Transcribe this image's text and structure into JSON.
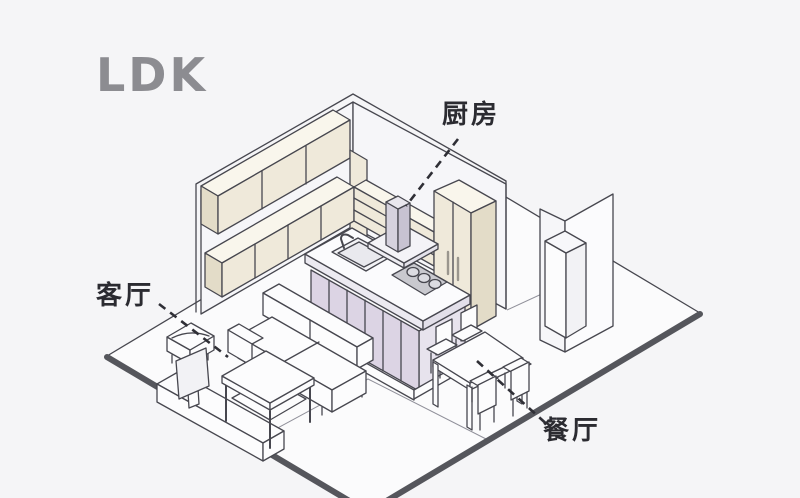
{
  "title": "LDK",
  "rooms": {
    "kitchen": {
      "label": "厨房"
    },
    "living": {
      "label": "客厅"
    },
    "dining": {
      "label": "餐厅"
    }
  },
  "colors": {
    "background": "#f5f5f7",
    "line": "#47474f",
    "floor_edge": "#55565c",
    "cabinet_cream": "#efe9da",
    "island_lavender": "#dcd4e4",
    "label_text": "#2b2b31",
    "title_text": "#8c8c91"
  },
  "scene_elements": [
    "floor",
    "walls",
    "upper-cabinets",
    "corner-cabinet",
    "base-cabinets",
    "drawer-unit",
    "tall-cabinet",
    "kitchen-island",
    "sink",
    "faucet",
    "cooktop",
    "range-hood",
    "partition-wall",
    "storage-unit",
    "sofa",
    "armchair",
    "coffee-table",
    "tv",
    "tv-stand",
    "dining-table",
    "dining-chair",
    "leader-line"
  ]
}
